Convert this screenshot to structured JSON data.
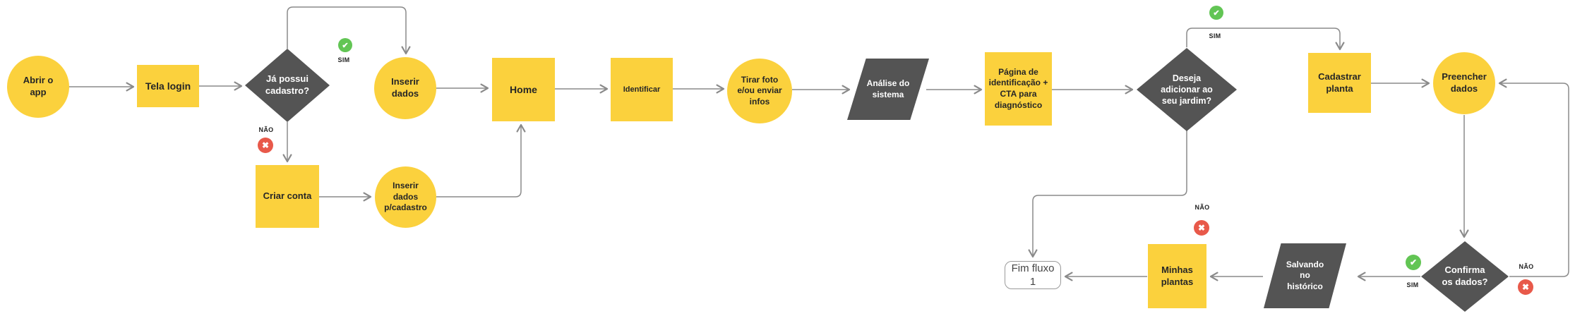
{
  "flowchart": {
    "nodes": {
      "abrir_app": {
        "label": "Abrir o\napp"
      },
      "tela_login": {
        "label": "Tela login"
      },
      "ja_possui_cadastro": {
        "label": "Já possui\ncadastro?"
      },
      "inserir_dados": {
        "label": "Inserir\ndados"
      },
      "criar_conta": {
        "label": "Criar conta"
      },
      "inserir_dados_cadastro": {
        "label": "Inserir\ndados\np/cadastro"
      },
      "home": {
        "label": "Home"
      },
      "identificar": {
        "label": "Identificar"
      },
      "tirar_foto": {
        "label": "Tirar foto\ne/ou enviar\ninfos"
      },
      "analise_sistema": {
        "label": "Análise do\nsistema"
      },
      "pagina_identificacao": {
        "label": "Página de\nidentificação +\nCTA para\ndiagnóstico"
      },
      "deseja_adicionar": {
        "label": "Deseja\nadicionar ao\nseu jardim?"
      },
      "cadastrar_planta": {
        "label": "Cadastrar\nplanta"
      },
      "preencher_dados": {
        "label": "Preencher\ndados"
      },
      "confirma_dados": {
        "label": "Confirma\nos dados?"
      },
      "salvando_historico": {
        "label": "Salvando\nno\nhistórico"
      },
      "minhas_plantas": {
        "label": "Minhas\nplantas"
      },
      "fim_fluxo": {
        "label": "Fim fluxo 1"
      }
    },
    "branch_labels": {
      "sim": "SIM",
      "nao": "NÃO"
    },
    "icons": {
      "check_icon": "✔",
      "cross_icon": "✖"
    },
    "colors": {
      "shape_yellow": "#FBD13D",
      "shape_dark": "#545454",
      "status_green": "#62C554",
      "status_red": "#E8594A",
      "connector_gray": "#8A8A8A"
    }
  }
}
